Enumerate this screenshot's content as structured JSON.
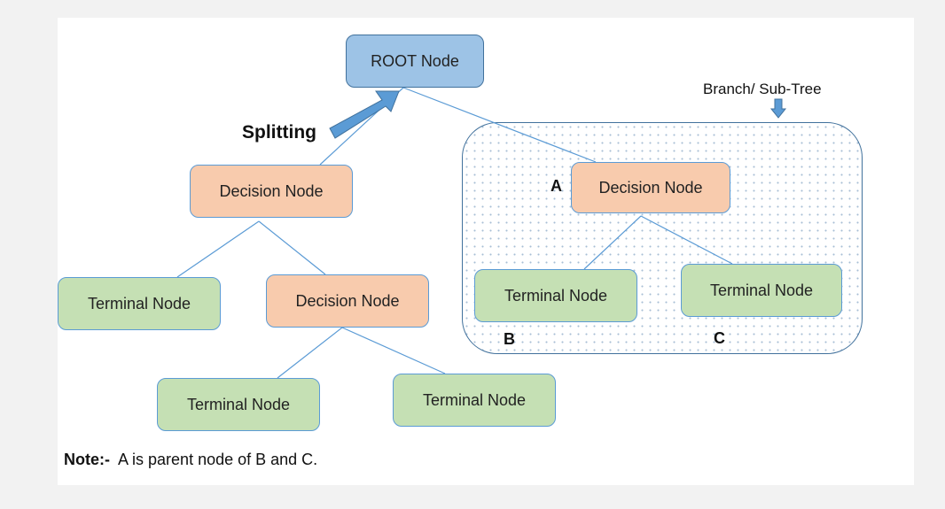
{
  "diagram": {
    "root": "ROOT Node",
    "splitting_label": "Splitting",
    "branch_label": "Branch/ Sub-Tree",
    "decision_left": "Decision Node",
    "terminal_left": "Terminal Node",
    "decision_mid": "Decision Node",
    "terminal_bottom_left": "Terminal Node",
    "terminal_bottom_right": "Terminal Node",
    "decision_subtree": "Decision Node",
    "terminal_subtree_left": "Terminal Node",
    "terminal_subtree_right": "Terminal Node",
    "label_a": "A",
    "label_b": "B",
    "label_c": "C",
    "note_prefix": "Note:-",
    "note_text": "A is parent node of B and C."
  },
  "colors": {
    "root_fill": "#9dc3e6",
    "decision_fill": "#f8cbad",
    "terminal_fill": "#c5e0b4",
    "line": "#5b9bd5",
    "arrow": "#5b9bd5"
  }
}
